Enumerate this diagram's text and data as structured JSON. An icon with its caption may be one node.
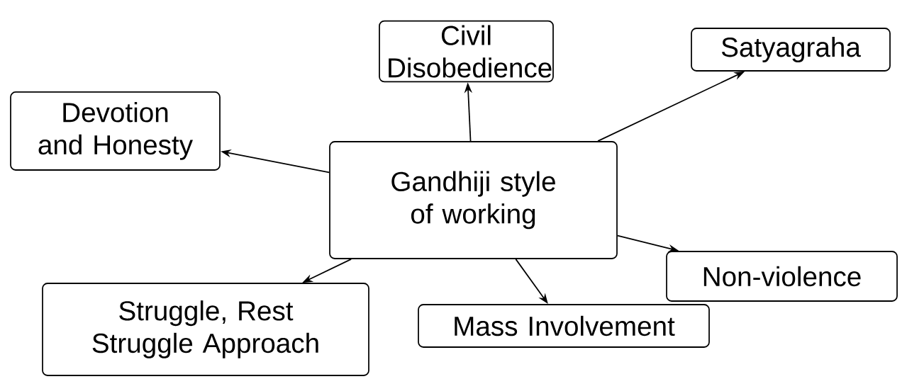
{
  "diagram": {
    "nodes": [
      {
        "text": [
          "Gandhiji style of working"
        ]
      },
      {
        "text": [
          "Civil Disobedience"
        ]
      },
      {
        "text": [
          "Satyagraha"
        ]
      },
      {
        "text": [
          "Devotion and Honesty"
        ]
      },
      {
        "text": [
          "Non-violence"
        ]
      },
      {
        "text": [
          "Mass Involvement"
        ]
      },
      {
        "text": [
          "Struggle, Rest Struggle Approach"
        ]
      }
    ],
    "edges": [
      {
        "from": 0,
        "to": 1,
        "arrow": "to"
      },
      {
        "from": 0,
        "to": 2,
        "arrow": "to"
      },
      {
        "from": 0,
        "to": 3,
        "arrow": "to"
      },
      {
        "from": 0,
        "to": 4,
        "arrow": "to"
      },
      {
        "from": 0,
        "to": 5,
        "arrow": "to"
      },
      {
        "from": 0,
        "to": 6,
        "arrow": "to"
      }
    ]
  }
}
